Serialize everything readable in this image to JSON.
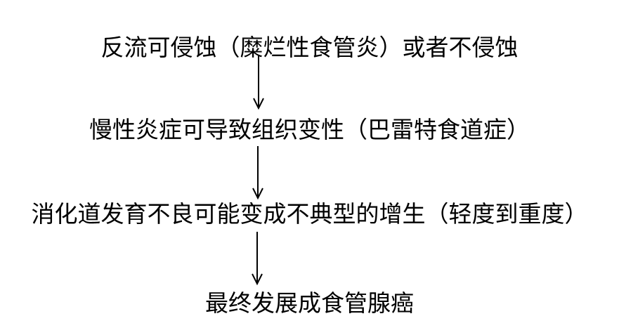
{
  "diagram": {
    "steps": [
      "反流可侵蚀（糜烂性食管炎）或者不侵蚀",
      "慢性炎症可导致组织变性（巴雷特食道症）",
      "消化道发育不良可能变成不典型的增生（轻度到重度）",
      "最终发展成食管腺癌"
    ],
    "arrow_color": "#000000"
  }
}
